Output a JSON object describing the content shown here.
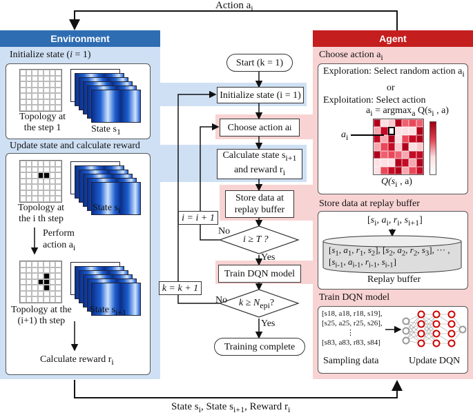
{
  "top_action_label": "Action a",
  "top_action_sub": "i",
  "bottom_label": {
    "p1": "State s",
    "p1s": "i",
    "p2": ", State s",
    "p2s": "i+1",
    "p3": ", Reward r",
    "p3s": "i"
  },
  "environment": {
    "header": "Environment",
    "init_title": "Initialize state (",
    "init_title_var": "i",
    "init_title_end": " = 1)",
    "topology_step1": [
      "Topology at",
      "the step 1"
    ],
    "state_s1": "State s",
    "state_s1_sub": "1",
    "update_title": "Update state and calculate reward",
    "topology_step_i": [
      "Topology at",
      "the i th step"
    ],
    "state_si": "State s",
    "state_si_sub": "i",
    "perform_action": [
      "Perform",
      "action a"
    ],
    "perform_action_sub": "i",
    "topology_step_i1": [
      "Topology at the",
      "(i+1) th step"
    ],
    "state_si1": "State s",
    "state_si1_sub": "i+1",
    "calc_reward": "Calculate reward r",
    "calc_reward_sub": "i"
  },
  "flow": {
    "start": "Start (k = 1)",
    "init_state": "Initialize state (i = 1)",
    "choose_action": "Choose action a",
    "choose_action_sub": "i",
    "calc_state_l1": "Calculate state s",
    "calc_state_l1_sub": "i+1",
    "calc_state_l2": "and reward r",
    "calc_state_l2_sub": "i",
    "store_l1": "Store data at",
    "store_l2": "replay buffer",
    "decision_i": "i ≥ T ?",
    "train": "Train DQN model",
    "decision_k": "k ≥ N",
    "decision_k_sub": "epi",
    "decision_k_end": "?",
    "complete": "Training complete",
    "loop_i": "i = i + 1",
    "loop_k": "k = k + 1",
    "no1": "No",
    "yes1": "Yes",
    "no2": "No",
    "yes2": "Yes"
  },
  "agent": {
    "header": "Agent",
    "choose_title": "Choose action a",
    "choose_title_sub": "i",
    "exploration": "Exploration: Select random action a",
    "exploration_sub": "i",
    "or": "or",
    "exploitation": "Exploitation: Select action",
    "argmax": "a",
    "argmax_sub": "i",
    "argmax_rest": " = argmax",
    "argmax_a": "a",
    "argmax_q": " Q(s",
    "argmax_q_sub": "i",
    "argmax_end": " , a)",
    "ai_label": "a",
    "ai_label_sub": "i",
    "q_label": "Q(s",
    "q_label_sub": "i",
    "q_label_end": " , a)",
    "store_title": "Store data at replay buffer",
    "tuple": "[s",
    "replay_line1": "[s1, a1, r1, s2], [s2, a2, r2, s3], ··· ,",
    "replay_line2": "[si-1, ai-1, ri-1, si-1]",
    "replay_label": "Replay buffer",
    "train_title": "Train DQN model",
    "samples": [
      "[s18, a18, r18, s19],",
      "[s25, a25, r25, s26],",
      "⋮",
      "[s83, a83, r83, s84]"
    ],
    "sampling_label": "Sampling data",
    "update_label": "Update DQN"
  },
  "colors": {
    "env_header": "#2f6db3",
    "agent_header": "#c41e1e",
    "env_bg": "#cfe0f4",
    "agent_bg": "#f8d3d3"
  }
}
